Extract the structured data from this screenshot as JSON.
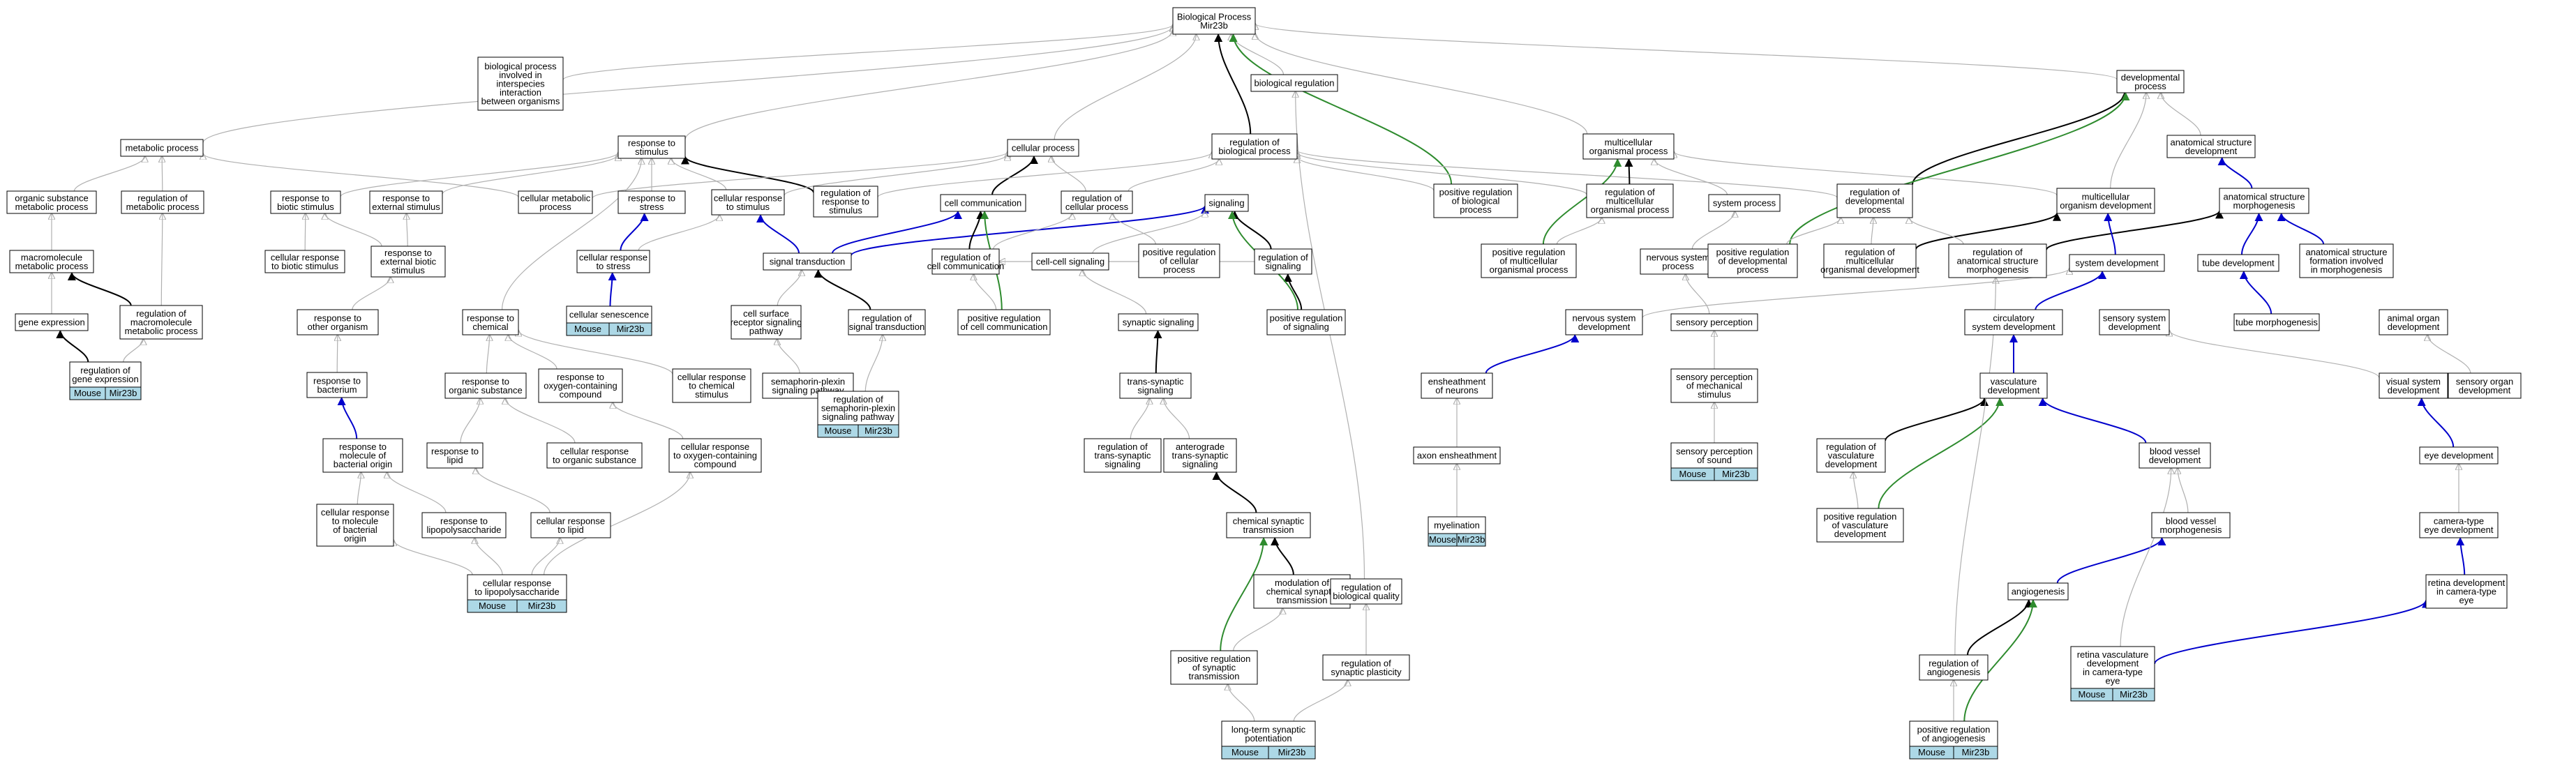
{
  "colors": {
    "gray": "#b0b0b0",
    "black": "#000000",
    "green": "#2e8b2e",
    "blue": "#0000cc",
    "tag_fill": "#add8e6"
  },
  "tags": {
    "species": "Mouse",
    "gene": "Mir23b"
  },
  "nodes": {
    "root": [
      "Biological Process",
      "Mir23b"
    ],
    "bp_interspecies": [
      "biological process",
      "involved in",
      "interspecies",
      "interaction",
      "between organisms"
    ],
    "bio_regulation": [
      "biological regulation"
    ],
    "developmental_process": [
      "developmental",
      "process"
    ],
    "metabolic_process": [
      "metabolic process"
    ],
    "response_to_stimulus": [
      "response to",
      "stimulus"
    ],
    "cellular_process": [
      "cellular process"
    ],
    "reg_bio_process": [
      "regulation of",
      "biological process"
    ],
    "multicellular_org_process": [
      "multicellular",
      "organismal process"
    ],
    "anat_struct_dev": [
      "anatomical structure",
      "development"
    ],
    "org_subst_metab": [
      "organic substance",
      "metabolic process"
    ],
    "reg_metab": [
      "regulation of",
      "metabolic process"
    ],
    "resp_biotic": [
      "response to",
      "biotic stimulus"
    ],
    "resp_external": [
      "response to",
      "external stimulus"
    ],
    "cell_metab": [
      "cellular metabolic",
      "process"
    ],
    "resp_stress": [
      "response to",
      "stress"
    ],
    "cell_resp_stimulus": [
      "cellular response",
      "to stimulus"
    ],
    "reg_resp_stimulus": [
      "regulation of",
      "response to",
      "stimulus"
    ],
    "cell_communication": [
      "cell communication"
    ],
    "reg_cell_process": [
      "regulation of",
      "cellular process"
    ],
    "signaling": [
      "signaling"
    ],
    "pos_reg_bio_process": [
      "positive regulation",
      "of biological",
      "process"
    ],
    "reg_multi_org": [
      "regulation of",
      "multicellular",
      "organismal process"
    ],
    "system_process": [
      "system process"
    ],
    "reg_dev_process": [
      "regulation of",
      "developmental",
      "process"
    ],
    "multi_org_dev": [
      "multicellular",
      "organism development"
    ],
    "anat_struct_morph": [
      "anatomical structure",
      "morphogenesis"
    ],
    "macromol_metab": [
      "macromolecule",
      "metabolic process"
    ],
    "cell_resp_biotic": [
      "cellular response",
      "to biotic stimulus"
    ],
    "resp_ext_biotic": [
      "response to",
      "external biotic",
      "stimulus"
    ],
    "cell_resp_stress": [
      "cellular response",
      "to stress"
    ],
    "signal_transduction": [
      "signal transduction"
    ],
    "reg_cell_comm": [
      "regulation of",
      "cell communication"
    ],
    "cell_cell_signaling": [
      "cell-cell signaling"
    ],
    "pos_reg_cell_process": [
      "positive regulation",
      "of cellular",
      "process"
    ],
    "reg_signaling": [
      "regulation of",
      "signaling"
    ],
    "pos_reg_multi_org": [
      "positive regulation",
      "of multicellular",
      "organismal process"
    ],
    "nervous_system_process": [
      "nervous system",
      "process"
    ],
    "pos_reg_dev_process": [
      "positive regulation",
      "of developmental",
      "process"
    ],
    "reg_multi_org_dev": [
      "regulation of",
      "multicellular",
      "organismal development"
    ],
    "reg_anat_morph": [
      "regulation of",
      "anatomical structure",
      "morphogenesis"
    ],
    "system_development": [
      "system development"
    ],
    "tube_development": [
      "tube development"
    ],
    "anat_form_morph": [
      "anatomical structure",
      "formation involved",
      "in morphogenesis"
    ],
    "gene_expression": [
      "gene expression"
    ],
    "reg_macromol_metab": [
      "regulation of",
      "macromolecule",
      "metabolic process"
    ],
    "resp_other_org": [
      "response to",
      "other organism"
    ],
    "resp_chemical": [
      "response to",
      "chemical"
    ],
    "cellular_senescence": [
      "cellular senescence"
    ],
    "cell_surface_receptor": [
      "cell surface",
      "receptor signaling",
      "pathway"
    ],
    "reg_signal_transduction": [
      "regulation of",
      "signal transduction"
    ],
    "pos_reg_cell_comm": [
      "positive regulation",
      "of cell communication"
    ],
    "synaptic_signaling": [
      "synaptic signaling"
    ],
    "pos_reg_signaling": [
      "positive regulation",
      "of signaling"
    ],
    "nervous_system_dev": [
      "nervous system",
      "development"
    ],
    "sensory_perception": [
      "sensory perception"
    ],
    "circulatory_system_dev": [
      "circulatory",
      "system development"
    ],
    "sensory_system_dev": [
      "sensory system",
      "development"
    ],
    "tube_morphogenesis": [
      "tube morphogenesis"
    ],
    "animal_organ_dev": [
      "animal organ",
      "development"
    ],
    "reg_gene_expression": [
      "regulation of",
      "gene expression"
    ],
    "resp_bacterium": [
      "response to",
      "bacterium"
    ],
    "resp_org_subst": [
      "response to",
      "organic substance"
    ],
    "resp_oxygen_compound": [
      "response to",
      "oxygen-containing",
      "compound"
    ],
    "cell_resp_chemical": [
      "cellular response",
      "to chemical",
      "stimulus"
    ],
    "semaphorin_pathway": [
      "semaphorin-plexin",
      "signaling pathway"
    ],
    "reg_semaphorin_pathway": [
      "regulation of",
      "semaphorin-plexin",
      "signaling pathway"
    ],
    "trans_synaptic": [
      "trans-synaptic",
      "signaling"
    ],
    "ensheathment": [
      "ensheathment",
      "of neurons"
    ],
    "sensory_mech": [
      "sensory perception",
      "of mechanical",
      "stimulus"
    ],
    "vasculature_dev": [
      "vasculature",
      "development"
    ],
    "visual_system_dev": [
      "visual system",
      "development"
    ],
    "sensory_organ_dev": [
      "sensory organ",
      "development"
    ],
    "resp_mol_bacterial": [
      "response to",
      "molecule of",
      "bacterial origin"
    ],
    "resp_lipid": [
      "response to",
      "lipid"
    ],
    "cell_resp_org_subst": [
      "cellular response",
      "to organic substance"
    ],
    "cell_resp_oxygen": [
      "cellular response",
      "to oxygen-containing",
      "compound"
    ],
    "reg_trans_synaptic": [
      "regulation of",
      "trans-synaptic",
      "signaling"
    ],
    "anterograde": [
      "anterograde",
      "trans-synaptic",
      "signaling"
    ],
    "axon_ensheathment": [
      "axon ensheathment"
    ],
    "sensory_sound": [
      "sensory perception",
      "of sound"
    ],
    "reg_vasculature_dev": [
      "regulation of",
      "vasculature",
      "development"
    ],
    "blood_vessel_dev": [
      "blood vessel",
      "development"
    ],
    "eye_development": [
      "eye development"
    ],
    "cell_resp_mol_bacterial": [
      "cellular response",
      "to molecule",
      "of bacterial",
      "origin"
    ],
    "resp_lps": [
      "response to",
      "lipopolysaccharide"
    ],
    "cell_resp_lipid": [
      "cellular response",
      "to lipid"
    ],
    "chem_synaptic": [
      "chemical synaptic",
      "transmission"
    ],
    "myelination": [
      "myelination"
    ],
    "pos_reg_vasculature_dev": [
      "positive regulation",
      "of vasculature",
      "development"
    ],
    "blood_vessel_morph": [
      "blood vessel",
      "morphogenesis"
    ],
    "camera_eye_dev": [
      "camera-type",
      "eye development"
    ],
    "cell_resp_lps": [
      "cellular response",
      "to lipopolysaccharide"
    ],
    "mod_chem_synaptic": [
      "modulation of",
      "chemical synaptic",
      "transmission"
    ],
    "reg_bio_quality": [
      "regulation of",
      "biological quality"
    ],
    "angiogenesis": [
      "angiogenesis"
    ],
    "retina_dev": [
      "retina development",
      "in camera-type",
      "eye"
    ],
    "pos_reg_synaptic": [
      "positive regulation",
      "of synaptic",
      "transmission"
    ],
    "reg_synaptic_plasticity": [
      "regulation of",
      "synaptic plasticity"
    ],
    "reg_angiogenesis": [
      "regulation of",
      "angiogenesis"
    ],
    "retina_vasc_dev": [
      "retina vasculature",
      "development",
      "in camera-type",
      "eye"
    ],
    "ltp": [
      "long-term synaptic",
      "potentiation"
    ],
    "pos_reg_angiogenesis": [
      "positive regulation",
      "of angiogenesis"
    ]
  }
}
